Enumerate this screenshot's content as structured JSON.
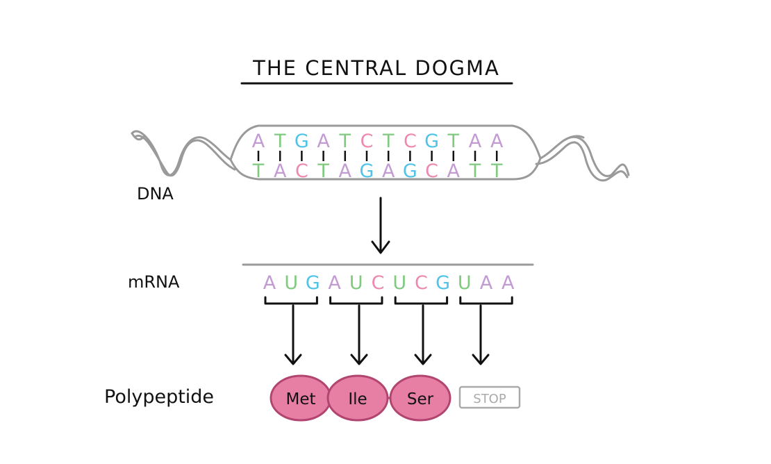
{
  "title": "THE CENTRAL DOGMA",
  "labels": {
    "dna": "DNA",
    "mrna": "mRNA",
    "polypeptide": "Polypeptide"
  },
  "colors": {
    "A": "#c39bd3",
    "T": "#7fca7f",
    "G": "#4fc3e8",
    "C": "#ee88b0",
    "U": "#7fca7f",
    "ink": "#111111",
    "helix": "#9a9a9a",
    "amino_fill": "#e67fa3",
    "amino_stroke": "#b2456f",
    "stop": "#aaaaaa"
  },
  "dna": {
    "top_strand": [
      "A",
      "T",
      "G",
      "A",
      "T",
      "C",
      "T",
      "C",
      "G",
      "T",
      "A",
      "A"
    ],
    "bottom_strand": [
      "T",
      "A",
      "C",
      "T",
      "A",
      "G",
      "A",
      "G",
      "C",
      "A",
      "T",
      "T"
    ]
  },
  "mrna": {
    "bases": [
      "A",
      "U",
      "G",
      "A",
      "U",
      "C",
      "U",
      "C",
      "G",
      "U",
      "A",
      "A"
    ]
  },
  "polypeptide": {
    "amino_acids": [
      "Met",
      "Ile",
      "Ser"
    ],
    "stop": "STOP"
  }
}
